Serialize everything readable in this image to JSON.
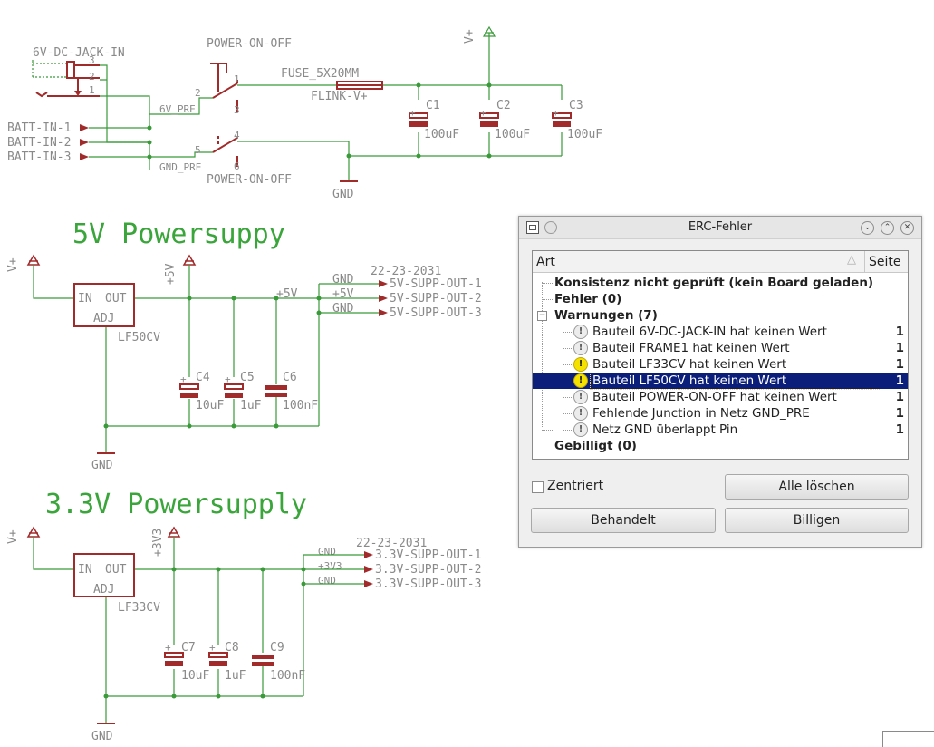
{
  "schematic": {
    "jack": {
      "name": "6V-DC-JACK-IN",
      "pins": [
        "3",
        "2",
        "1"
      ]
    },
    "switch": {
      "name_top": "POWER-ON-OFF",
      "name_bottom": "POWER-ON-OFF",
      "pins": [
        "2",
        "1",
        "3",
        "5",
        "4",
        "6"
      ],
      "nets": [
        "6V_PRE",
        "GND_PRE"
      ]
    },
    "fuse": {
      "name": "FUSE_5X20MM",
      "value": "FLINK-V+"
    },
    "batt": [
      "BATT-IN-1",
      "BATT-IN-2",
      "BATT-IN-3"
    ],
    "caps_top": [
      {
        "name": "C1",
        "value": "100uF"
      },
      {
        "name": "C2",
        "value": "100uF"
      },
      {
        "name": "C3",
        "value": "100uF"
      }
    ],
    "vplus": "V+",
    "gnd": "GND",
    "sec5v": {
      "title": "5V Powersuppy",
      "reg": {
        "in": "IN",
        "out": "OUT",
        "adj": "ADJ",
        "name": "LF50CV"
      },
      "rail": "+5V",
      "rail_net": "+5V",
      "connector": "22-23-2031",
      "out_nets": [
        "GND",
        "+5V",
        "GND"
      ],
      "outs": [
        "5V-SUPP-OUT-1",
        "5V-SUPP-OUT-2",
        "5V-SUPP-OUT-3"
      ],
      "caps": [
        {
          "name": "C4",
          "value": "10uF"
        },
        {
          "name": "C5",
          "value": "1uF"
        },
        {
          "name": "C6",
          "value": "100nF"
        }
      ]
    },
    "sec33": {
      "title": "3.3V Powersupply",
      "reg": {
        "in": "IN",
        "out": "OUT",
        "adj": "ADJ",
        "name": "LF33CV"
      },
      "rail": "+3V3",
      "rail_net": "+3V3",
      "connector": "22-23-2031",
      "out_nets": [
        "GND",
        "+3V3",
        "GND"
      ],
      "outs": [
        "3.3V-SUPP-OUT-1",
        "3.3V-SUPP-OUT-2",
        "3.3V-SUPP-OUT-3"
      ],
      "caps": [
        {
          "name": "C7",
          "value": "10uF"
        },
        {
          "name": "C8",
          "value": "1uF"
        },
        {
          "name": "C9",
          "value": "100nF"
        }
      ]
    }
  },
  "dialog": {
    "title": "ERC-Fehler",
    "col_art": "Art",
    "col_seite": "Seite",
    "tree": [
      {
        "text": "Konsistenz nicht geprüft (kein Board geladen)",
        "bold": true,
        "level": 0
      },
      {
        "text": "Fehler (0)",
        "bold": true,
        "level": 0
      },
      {
        "text": "Warnungen (7)",
        "bold": true,
        "level": 0,
        "expander": "−"
      },
      {
        "text": "Bauteil 6V-DC-JACK-IN hat keinen Wert",
        "num": "1",
        "icon": "grey",
        "level": 1
      },
      {
        "text": "Bauteil FRAME1 hat keinen Wert",
        "num": "1",
        "icon": "grey",
        "level": 1
      },
      {
        "text": "Bauteil LF33CV hat keinen Wert",
        "num": "1",
        "icon": "yellow",
        "level": 1
      },
      {
        "text": "Bauteil LF50CV hat keinen Wert",
        "num": "1",
        "icon": "yellow",
        "level": 1,
        "selected": true
      },
      {
        "text": "Bauteil POWER-ON-OFF hat keinen Wert",
        "num": "1",
        "icon": "grey",
        "level": 1
      },
      {
        "text": "Fehlende Junction in Netz GND_PRE",
        "num": "1",
        "icon": "grey",
        "level": 1
      },
      {
        "text": "Netz GND überlappt Pin",
        "num": "1",
        "icon": "grey",
        "level": 1
      },
      {
        "text": "Gebilligt (0)",
        "bold": true,
        "level": 0
      }
    ],
    "warn_glyph": "!",
    "sort_glyph": "△",
    "checkbox_label": "Zentriert",
    "btn_clear": "Alle löschen",
    "btn_handled": "Behandelt",
    "btn_approve": "Billigen",
    "colors": {
      "selection": "#0b1f7a",
      "warning": "#f5e100",
      "wire": "#3a9a3a",
      "part": "#a12a2a"
    }
  }
}
